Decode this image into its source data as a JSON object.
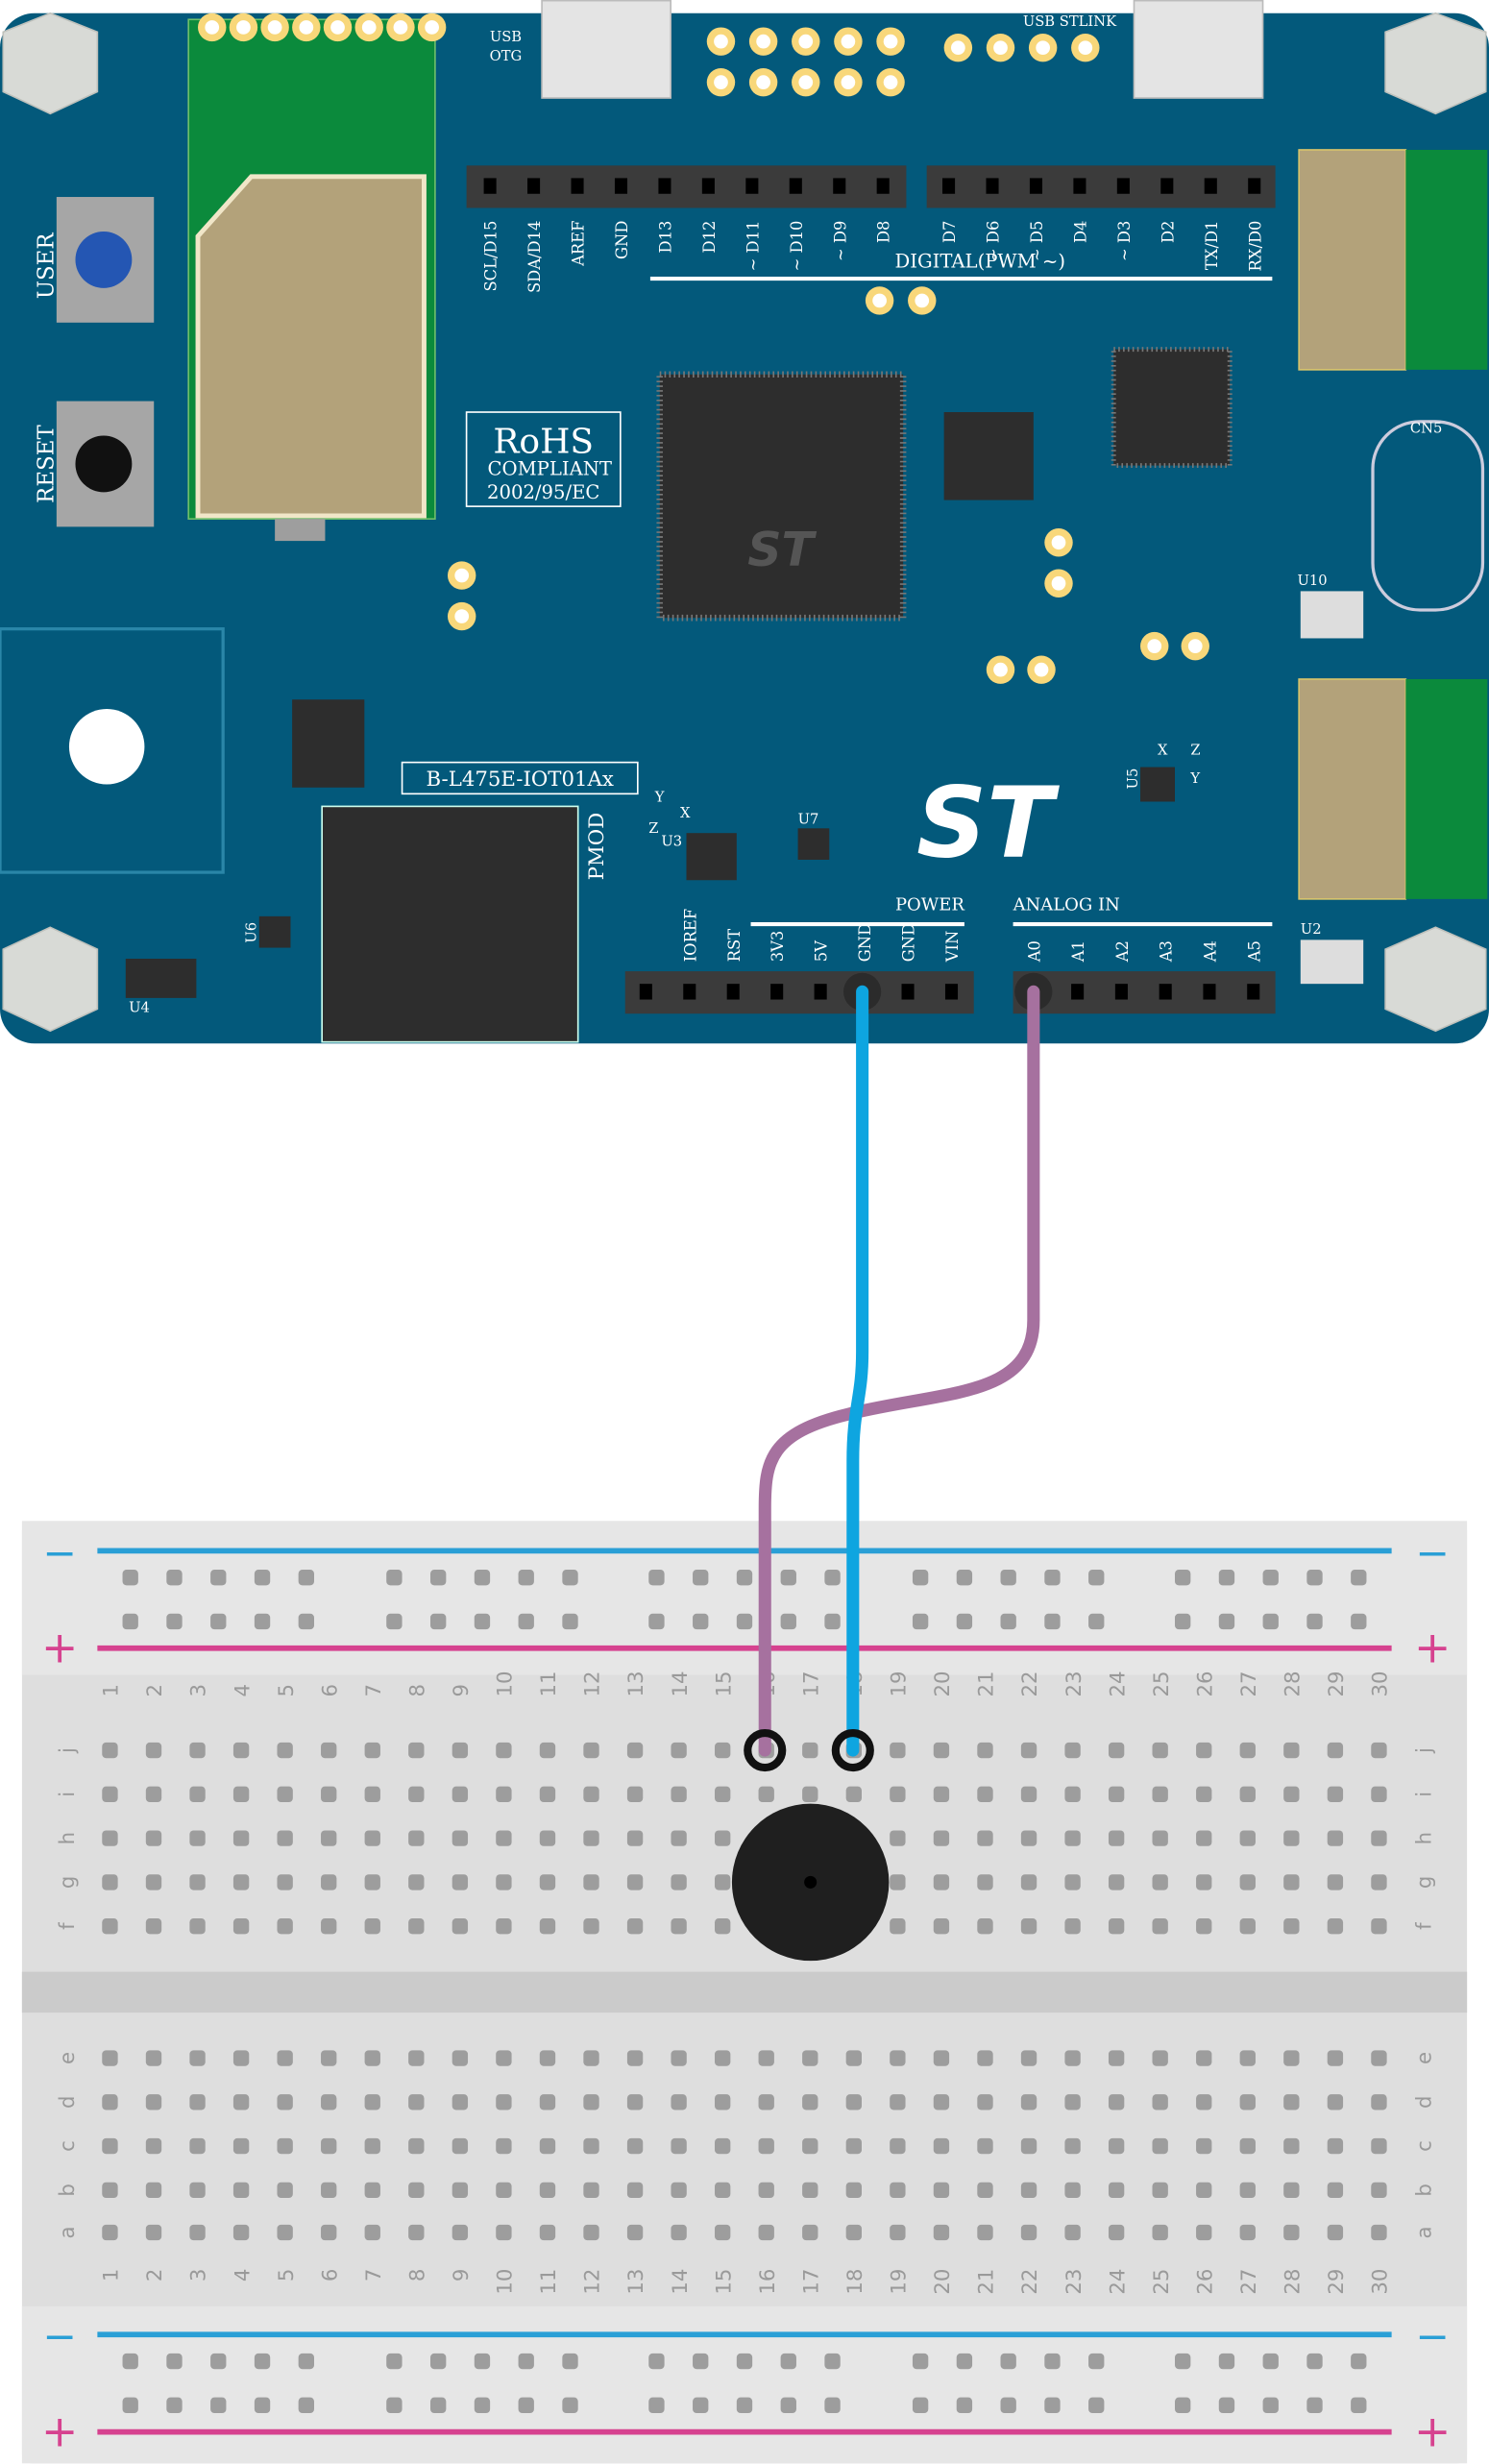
{
  "board": {
    "name": "B-L475E-IOT01Ax",
    "usb_otg": [
      "USB",
      "OTG"
    ],
    "usb_stlink": "USB STLINK",
    "digital_label": "DIGITAL(PWM ~)",
    "rohs": [
      "RoHS",
      "COMPLIANT",
      "2002/95/EC"
    ],
    "pmod": "PMOD",
    "user_button": "USER",
    "reset_button": "RESET",
    "power_label": "POWER",
    "analog_label": "ANALOG IN",
    "cn5": "CN5",
    "parts": {
      "u2": "U2",
      "u3": "U3",
      "u4": "U4",
      "u5": "U5",
      "u6": "U6",
      "u7": "U7",
      "u10": "U10"
    },
    "axes": {
      "x": "X",
      "y": "Y",
      "z": "Z"
    },
    "header_left_pins": [
      "SCL/D15",
      "SDA/D14",
      "AREF",
      "GND",
      "D13",
      "D12",
      "~ D11",
      "~ D10",
      "~ D9",
      "D8"
    ],
    "header_right_pins": [
      "D7",
      "~ D6",
      "~ D5",
      "D4",
      "~ D3",
      "D2",
      "TX/D1",
      "RX/D0"
    ],
    "power_pins": [
      "IOREF",
      "RST",
      "3V3",
      "5V",
      "GND",
      "GND",
      "VIN"
    ],
    "analog_pins": [
      "A0",
      "A1",
      "A2",
      "A3",
      "A4",
      "A5"
    ]
  },
  "breadboard": {
    "rows_top": [
      "j",
      "i",
      "h",
      "g",
      "f"
    ],
    "rows_bottom": [
      "e",
      "d",
      "c",
      "b",
      "a"
    ],
    "columns": [
      "1",
      "2",
      "3",
      "4",
      "5",
      "6",
      "7",
      "8",
      "9",
      "10",
      "11",
      "12",
      "13",
      "14",
      "15",
      "16",
      "17",
      "18",
      "19",
      "20",
      "21",
      "22",
      "23",
      "24",
      "25",
      "26",
      "27",
      "28",
      "29",
      "30"
    ],
    "rail_minus": "−",
    "rail_plus": "+"
  },
  "wires": [
    {
      "name": "gnd-wire",
      "from": "GND",
      "to": "j18",
      "color": "#0ea5e0"
    },
    {
      "name": "a0-wire",
      "from": "A0",
      "to": "j16",
      "color": "#a6719f"
    }
  ],
  "colors": {
    "board": "#03597b",
    "rail_blue": "#2a9fd6",
    "rail_red": "#d6428f"
  }
}
